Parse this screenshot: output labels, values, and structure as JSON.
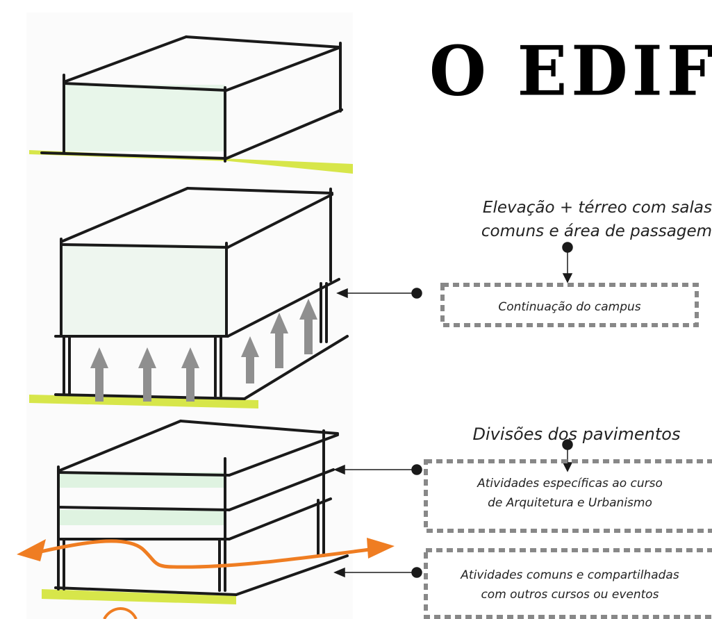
{
  "header": {
    "title": "O EDIFÍC"
  },
  "annotations": {
    "elevation_caption": [
      "Elevação + térreo com salas",
      "comuns e área de passagem"
    ],
    "floors_caption": "Divisões dos pavimentos"
  },
  "boxes": {
    "campus": [
      "Continuação do campus"
    ],
    "specific": [
      "Atividades específicas ao curso",
      "de Arquitetura e Urbanismo"
    ],
    "shared": [
      "Atividades comuns e compartilhadas",
      "com outros cursos ou eventos"
    ]
  },
  "colors": {
    "ground": "#d7e64a",
    "glass": "#bfe3c4",
    "arrow_up": "#8f8f8f",
    "flow": "#ef7d22",
    "ink": "#1a1a1a",
    "dashes": "#888888"
  }
}
